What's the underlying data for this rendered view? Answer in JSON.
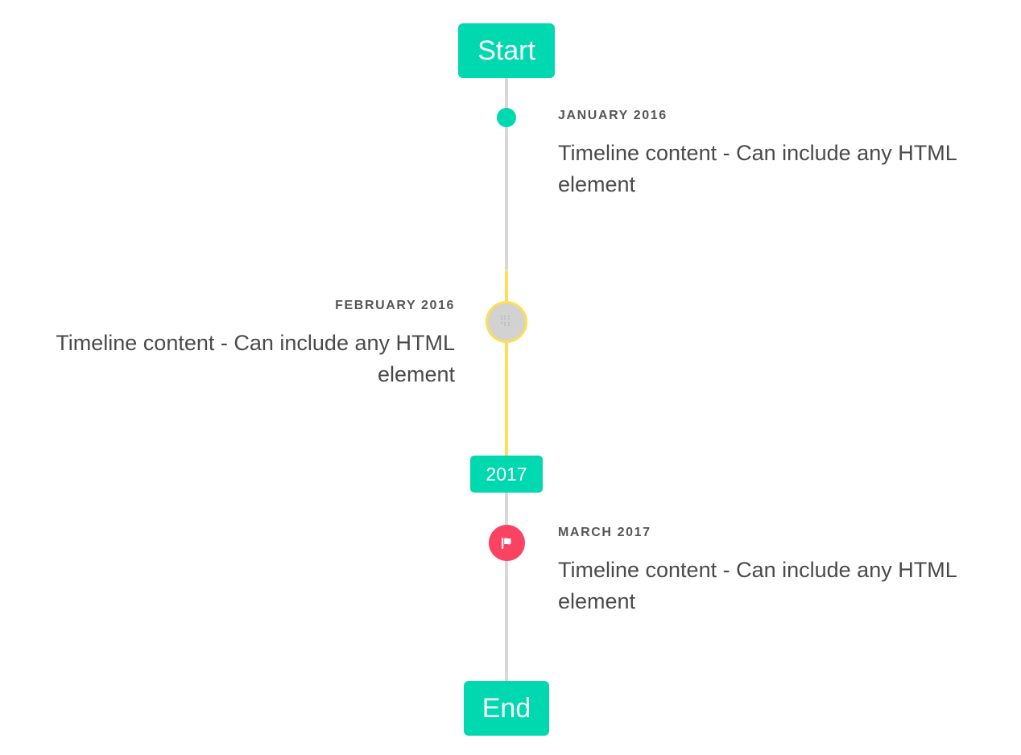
{
  "timeline": {
    "start_cap": {
      "label": "Start",
      "color": "#00d8b0"
    },
    "end_cap": {
      "label": "End",
      "color": "#00d8b0"
    },
    "year_cap": {
      "label": "2017",
      "color": "#00d8b0"
    },
    "line_colors": {
      "default": "#d8d8d8",
      "highlight": "#ffde55"
    },
    "entries": [
      {
        "date": "January 2016",
        "body": "Timeline content - Can include any HTML element",
        "side": "right",
        "marker": "dot",
        "marker_color": "#00d8b0",
        "marker_icon": "none"
      },
      {
        "date": "February 2016",
        "body": "Timeline content - Can include any HTML element",
        "side": "left",
        "marker": "ring",
        "marker_color": "#d2d2d2",
        "marker_border_color": "#ffde55",
        "marker_icon": "broken-image-icon"
      },
      {
        "date": "March 2017",
        "body": "Timeline content - Can include any HTML element",
        "side": "right",
        "marker": "circle",
        "marker_color": "#fa4263",
        "marker_icon": "flag-icon"
      }
    ]
  }
}
